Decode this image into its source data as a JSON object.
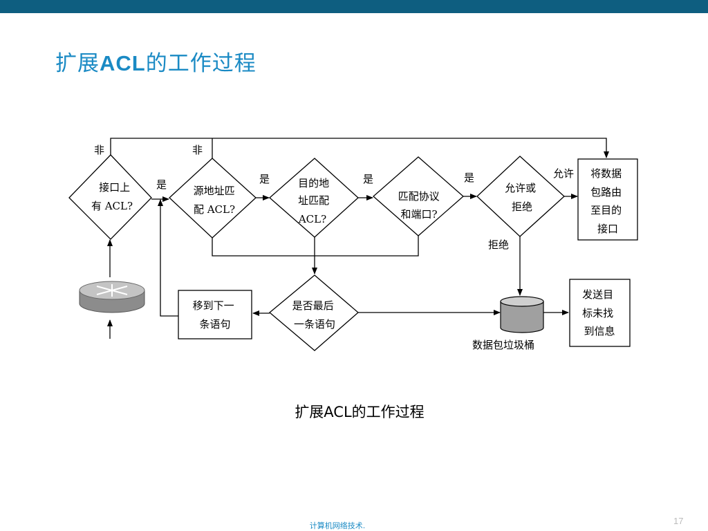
{
  "title": {
    "prefix": "扩展",
    "acl": "ACL",
    "suffix": "的工作过程"
  },
  "diagram": {
    "decisions": {
      "interface": [
        "接口上",
        "有 ACL?"
      ],
      "source": [
        "源地址匹",
        "配 ACL?"
      ],
      "dest": [
        "目的地",
        "址匹配",
        "ACL?"
      ],
      "protocol": [
        "匹配协议",
        "和端口?"
      ],
      "permit": [
        "允许或",
        "拒绝"
      ],
      "last": [
        "是否最后",
        "一条语句"
      ]
    },
    "boxes": {
      "forward": [
        "将数据",
        "包路由",
        "至目的",
        "接口"
      ],
      "next": [
        "移到下一",
        "条语句"
      ],
      "unreachable": [
        "发送目",
        "标未找",
        "到信息"
      ]
    },
    "labels": {
      "no": "非",
      "yes": "是",
      "allow": "允许",
      "deny": "拒绝",
      "bucket": "数据包垃圾桶"
    }
  },
  "caption": "扩展ACL的工作过程",
  "footer": "计算机网络技术.",
  "page_number": "17"
}
